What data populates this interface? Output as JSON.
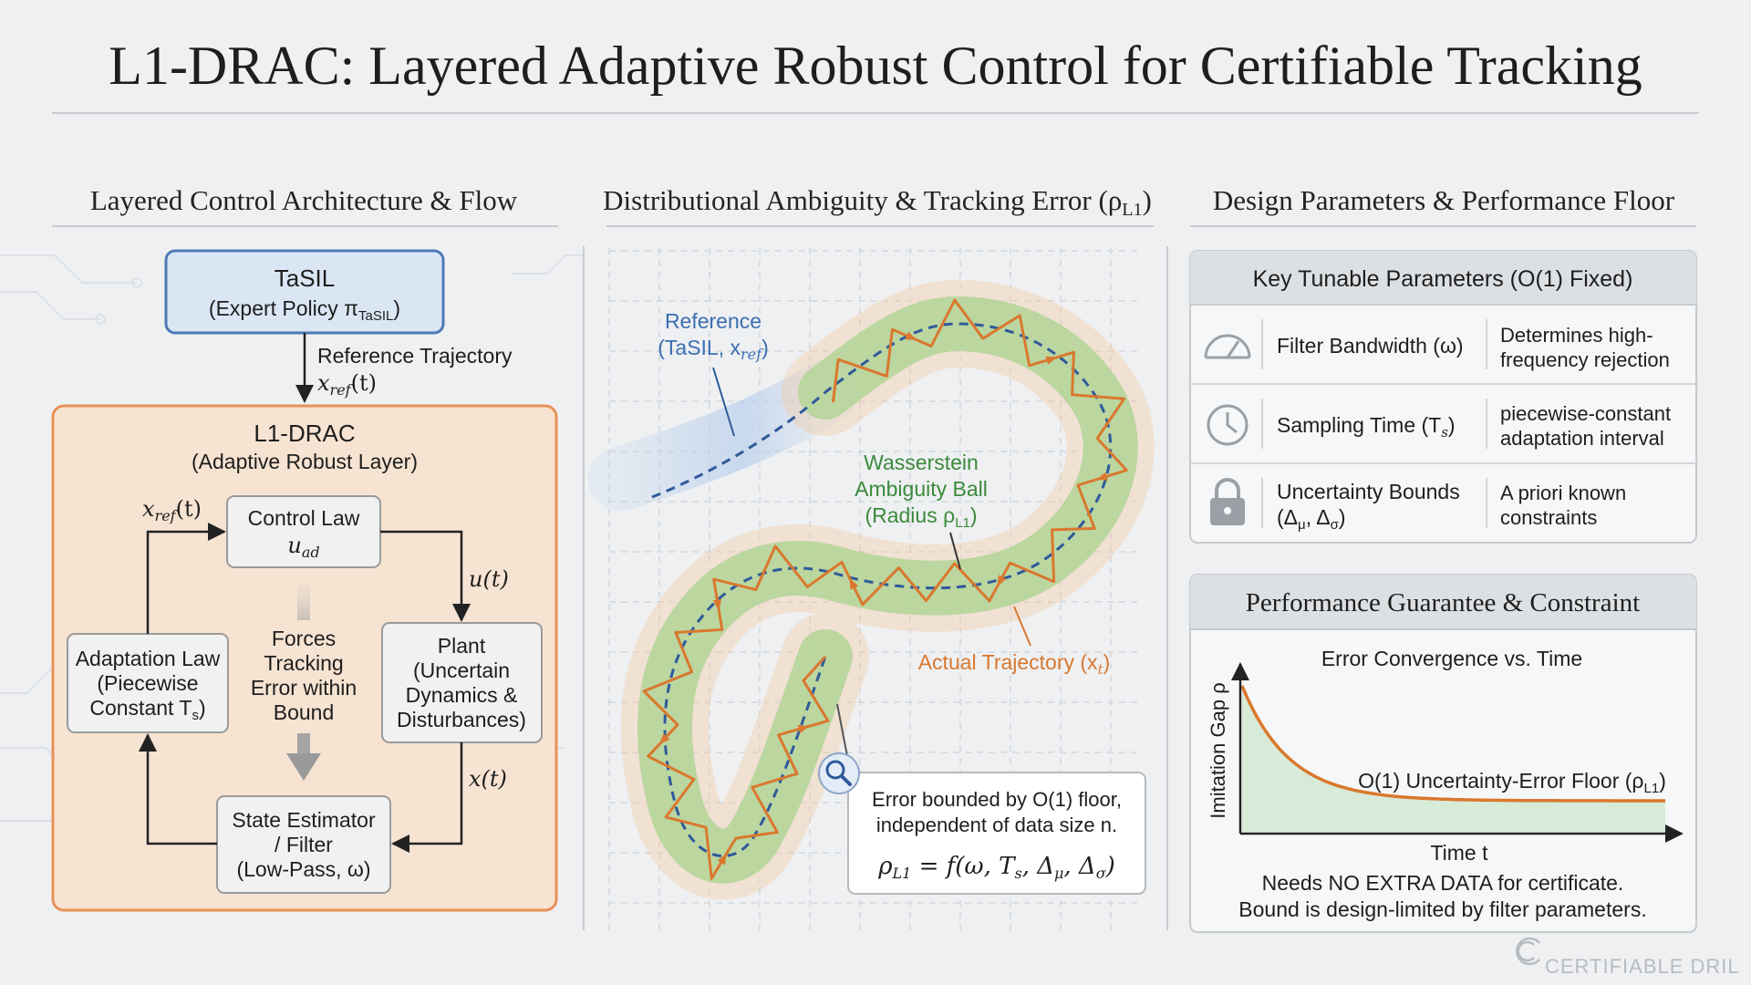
{
  "title": "L1-DRAC: Layered Adaptive Robust Control for Certifiable Tracking",
  "panels": {
    "architecture": {
      "heading": "Layered Control Architecture & Flow",
      "tasil": {
        "name": "TaSIL",
        "sub": "(Expert Policy π",
        "sub_index": "TaSIL",
        "sub_close": ")"
      },
      "ref_traj": {
        "label": "Reference Trajectory",
        "math": "x",
        "math_sub": "ref",
        "math_arg": "(t)"
      },
      "l1drac": {
        "name": "L1-DRAC",
        "sub": "(Adaptive Robust Layer)"
      },
      "control_law": {
        "line1": "Control Law",
        "math": "u",
        "math_sub": "ad"
      },
      "xref_label": {
        "math": "x",
        "math_sub": "ref",
        "math_arg": "(t)"
      },
      "u_label": "u(t)",
      "x_label": "x(t)",
      "adaptation": {
        "line1": "Adaptation Law",
        "line2": "(Piecewise",
        "line3": "Constant T",
        "line3_sub": "s",
        "line3_close": ")"
      },
      "center_text": [
        "Forces",
        "Tracking",
        "Error within",
        "Bound"
      ],
      "plant": [
        "Plant",
        "(Uncertain",
        "Dynamics &",
        "Disturbances)"
      ],
      "estimator": [
        "State Estimator",
        "/ Filter",
        "(Low-Pass, ω)"
      ]
    },
    "ambiguity": {
      "heading": "Distributional Ambiguity & Tracking Error (ρ",
      "heading_sub": "L1",
      "heading_close": ")",
      "reference": {
        "line1": "Reference",
        "line2": "(TaSIL, x",
        "line2_sub": "ref",
        "line2_close": ")"
      },
      "wasserstein": {
        "line1": "Wasserstein",
        "line2": "Ambiguity Ball",
        "line3": "(Radius ρ",
        "line3_sub": "L1",
        "line3_close": ")"
      },
      "actual": {
        "text": "Actual Trajectory (x",
        "sub": "t",
        "close": ")"
      },
      "callout": {
        "line1": "Error bounded by O(1) floor,",
        "line2": "independent of data size n.",
        "formula": "ρ",
        "formula_sub": "L1",
        "formula_rest": " = f(ω, T",
        "formula_rest_sub": "s",
        "formula_rest2": ", Δ",
        "formula_mu": "μ",
        "formula_rest3": ", Δ",
        "formula_sigma": "σ",
        "formula_end": ")"
      }
    },
    "design": {
      "heading": "Design Parameters & Performance Floor",
      "params_title": "Key Tunable Parameters (O(1) Fixed)",
      "params": [
        {
          "icon": "gauge-icon",
          "name": "Filter Bandwidth (ω)",
          "desc1": "Determines high-",
          "desc2": "frequency rejection"
        },
        {
          "icon": "clock-icon",
          "name": "Sampling Time (T",
          "name_sub": "s",
          "name_close": ")",
          "desc1": "piecewise-constant",
          "desc2": "adaptation interval"
        },
        {
          "icon": "lock-icon",
          "name": "Uncertainty Bounds",
          "name2": "(Δ",
          "name2_mu": "μ",
          "name2_mid": ", Δ",
          "name2_sigma": "σ",
          "name2_close": ")",
          "desc1": "A priori known",
          "desc2": "constraints"
        }
      ],
      "perf_title": "Performance Guarantee & Constraint",
      "chart_title": "Error Convergence vs. Time",
      "ylabel": "Imitation Gap ρ",
      "xlabel": "Time t",
      "floor_label": "O(1) Uncertainty-Error Floor (ρ",
      "floor_sub": "L1",
      "floor_close": ")",
      "note1": "Needs NO EXTRA DATA for certificate.",
      "note2": "Bound is design-limited by filter parameters."
    }
  },
  "watermark": "CERTIFIABLE DRIL",
  "colors": {
    "background": "#eef0f2",
    "tasil_fill": "#dbe6f5",
    "tasil_stroke": "#4f79b5",
    "l1drac_fill": "#f6e3d2",
    "l1drac_stroke": "#e89257",
    "reference_blue": "#2f5a9a",
    "actual_orange": "#d9782e",
    "band_green": "#b6d59a",
    "wasserstein_green": "#3b8a3b"
  }
}
